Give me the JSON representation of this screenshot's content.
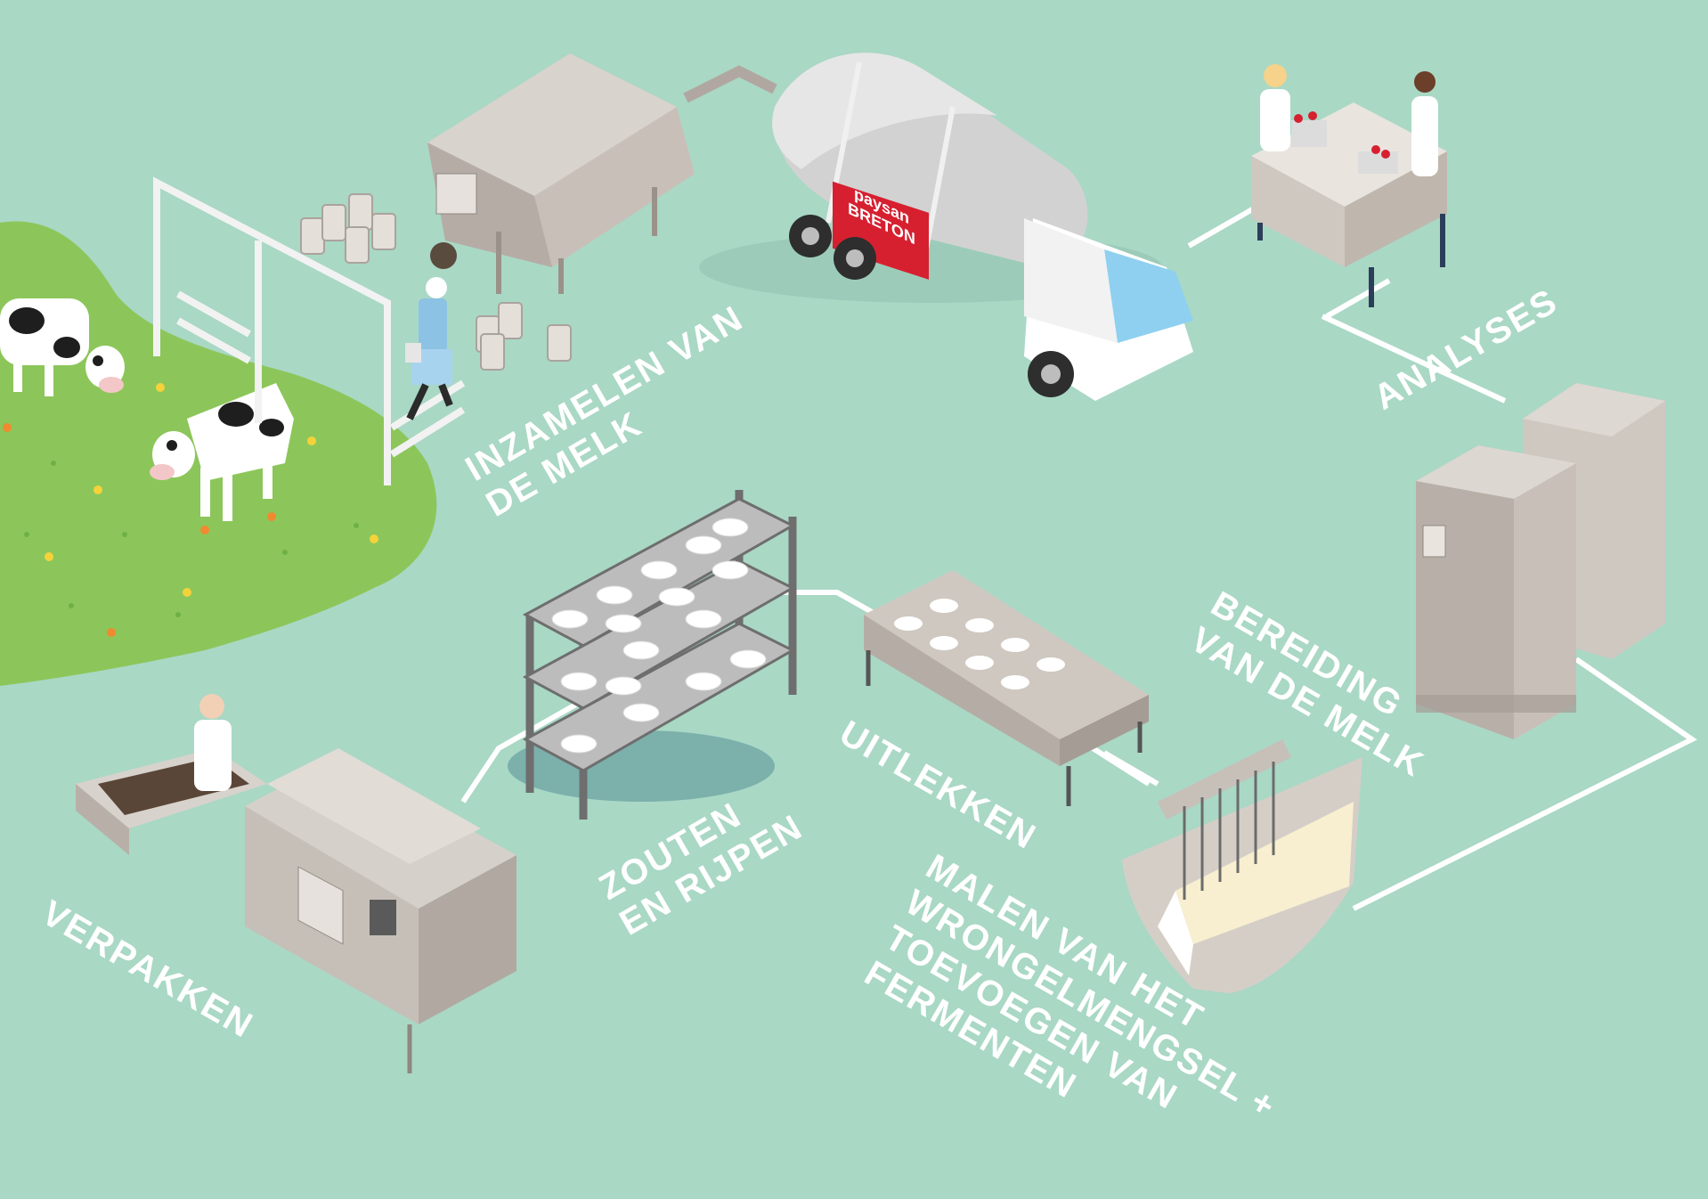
{
  "brand": {
    "name_line1": "paysan",
    "name_line2": "BRETON",
    "color": "#d62030"
  },
  "colors": {
    "background": "#a9d8c5",
    "meadow": "#8cc65a",
    "metal": "#c9c0b8",
    "path": "#ffffff"
  },
  "steps": [
    {
      "id": "collect",
      "lines": [
        "INZAMELEN VAN",
        "DE MELK"
      ]
    },
    {
      "id": "analyses",
      "lines": [
        "ANALYSES"
      ]
    },
    {
      "id": "prep",
      "lines": [
        "BEREIDING",
        "VAN DE MELK"
      ]
    },
    {
      "id": "grind",
      "lines": [
        "MALEN VAN HET",
        "WRONGELMENGSEL +",
        "TOEVOEGEN VAN",
        "FERMENTEN"
      ]
    },
    {
      "id": "drain",
      "lines": [
        "UITLEKKEN"
      ]
    },
    {
      "id": "salt",
      "lines": [
        "ZOUTEN",
        "EN RIJPEN"
      ]
    },
    {
      "id": "pack",
      "lines": [
        "VERPAKKEN"
      ]
    }
  ]
}
